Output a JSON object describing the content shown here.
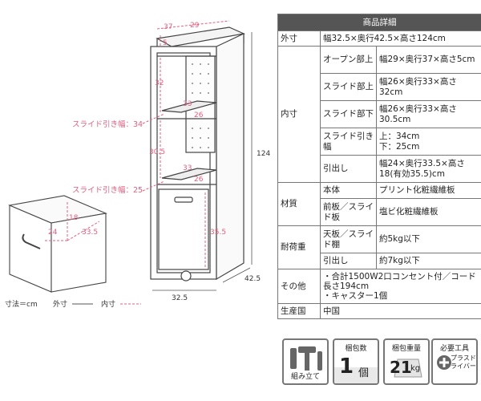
{
  "illustration": {
    "top_width": "29",
    "depth_top": "37",
    "gap_small": "5",
    "opening_height": "32",
    "slide_upper_depth": "33",
    "slide_upper_width": "26",
    "slide_lower_label_height": "30.5",
    "slide_lower_depth": "33",
    "slide_lower_width": "26",
    "total_height": "124",
    "drawer_height": "35.5",
    "depth_bottom": "42.5",
    "bottom_width": "32.5",
    "slide_label_upper": "スライド引き幅：34",
    "slide_label_lower": "スライド引き幅：25",
    "drawer_h": "18",
    "drawer_w": "24",
    "drawer_d": "33.5",
    "legend_unit": "寸法＝cm",
    "legend_outer": "外寸",
    "legend_inner": "内寸"
  },
  "spec": {
    "title": "商品詳細",
    "outer_label": "外寸",
    "outer_value": "幅32.5×奥行42.5×高さ124cm",
    "inner_label": "内寸",
    "inner_rows": [
      {
        "sub": "オープン部上",
        "val": "幅29×奥行37×高さ5cm"
      },
      {
        "sub": "スライド部上",
        "val": "幅26×奥行33×高さ32cm"
      },
      {
        "sub": "スライド部下",
        "val": "幅26×奥行33×高さ30.5cm"
      },
      {
        "sub": "スライド引き幅",
        "val": "上：34cm\n下：25cm"
      },
      {
        "sub": "引出し",
        "val": "幅24×奥行33.5×高さ18(有効35.5)cm"
      }
    ],
    "material_label": "材質",
    "material_rows": [
      {
        "sub": "本体",
        "val": "プリント化粧繊維板"
      },
      {
        "sub": "前板／スライド板",
        "val": "塩ビ化粧繊維板"
      }
    ],
    "load_label": "耐荷重",
    "load_rows": [
      {
        "sub": "天板／スライド棚",
        "val": "約5kg以下"
      },
      {
        "sub": "引出し",
        "val": "約7kg以下"
      }
    ],
    "other_label": "その他",
    "other_value": "・合計1500W2口コンセント付／コード長さ194cm\n・キャスター1個",
    "origin_label": "生産国",
    "origin_value": "中国"
  },
  "badges": {
    "assembly": "組み立て",
    "pack_count_label": "梱包数",
    "pack_count_value": "1",
    "pack_count_unit": "個",
    "pack_weight_label": "梱包重量",
    "pack_weight_value": "21",
    "pack_weight_unit": "kg",
    "tools_label": "必要工具",
    "tools_value": "プラスドライバー"
  }
}
